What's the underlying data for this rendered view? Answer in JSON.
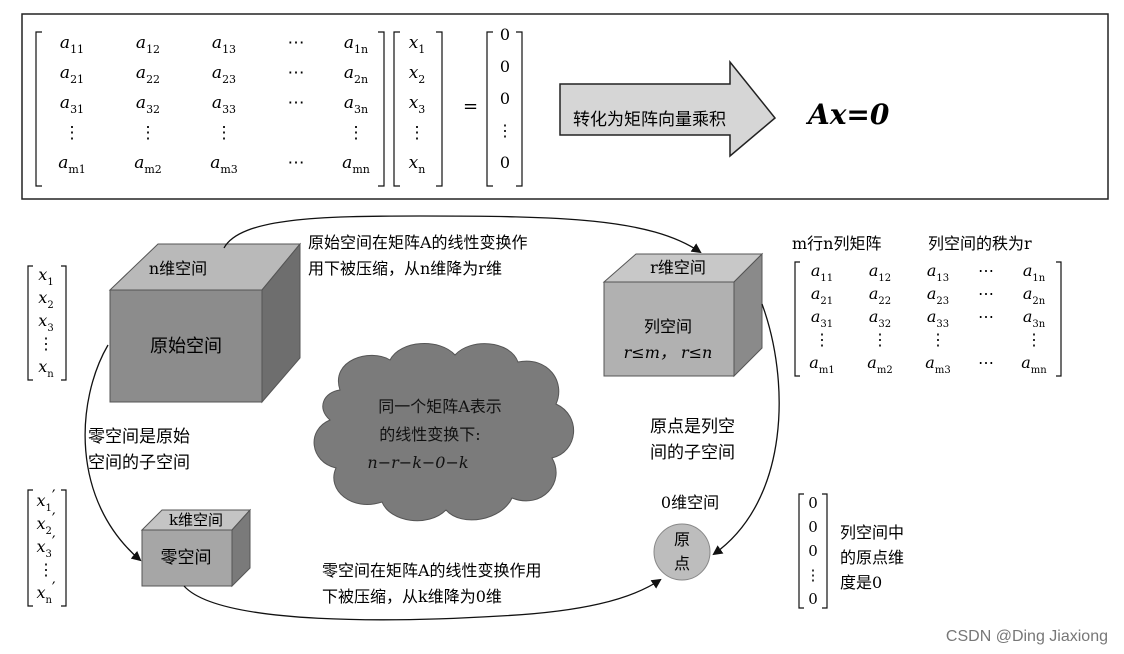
{
  "top_box": {
    "matrix_rows": [
      [
        "a11",
        "a12",
        "a13",
        "⋯",
        "a1n"
      ],
      [
        "a21",
        "a22",
        "a23",
        "⋯",
        "a2n"
      ],
      [
        "a31",
        "a32",
        "a33",
        "⋯",
        "a3n"
      ],
      [
        "⋮",
        "⋮",
        "⋮",
        "",
        "⋮"
      ],
      [
        "am1",
        "am2",
        "am3",
        "⋯",
        "amn"
      ]
    ],
    "x_vector": [
      "x1",
      "x2",
      "x3",
      "⋮",
      "xn"
    ],
    "equals": "=",
    "zero_vector": [
      "0",
      "0",
      "0",
      "⋮",
      "0"
    ],
    "arrow_label": "转化为矩阵向量乘积",
    "result": "Ax=0"
  },
  "left_vector": [
    "x1",
    "x2",
    "x3",
    "⋮",
    "xn"
  ],
  "left_vector_prime": [
    "x1′",
    "x2′",
    "x3′",
    "⋮",
    "xn′"
  ],
  "cube_original": {
    "top": "n维空间",
    "front": "原始空间"
  },
  "cube_column": {
    "top": "r维空间",
    "front_line1": "列空间",
    "front_line2": "r≤m， r≤n"
  },
  "cube_null": {
    "top": "k维空间",
    "front": "零空间"
  },
  "origin": {
    "label": "0维空间",
    "circle_line1": "原",
    "circle_line2": "点"
  },
  "top_arrow_text": [
    "原始空间在矩阵A的线性变换作",
    "用下被压缩，从n维降为r维"
  ],
  "bottom_arrow_text": [
    "零空间在矩阵A的线性变换作用",
    "下被压缩，从k维降为0维"
  ],
  "null_note": [
    "零空间是原始",
    "空间的子空间"
  ],
  "origin_note": [
    "原点是列空",
    "间的子空间"
  ],
  "cloud_text": [
    "同一个矩阵A表示",
    "的线性变换下:",
    "n−r−k−0−k"
  ],
  "right_header": {
    "left": "m行n列矩阵",
    "right": "列空间的秩为r"
  },
  "right_matrix_rows": [
    [
      "a11",
      "a12",
      "a13",
      "⋯",
      "a1n"
    ],
    [
      "a21",
      "a22",
      "a23",
      "⋯",
      "a2n"
    ],
    [
      "a31",
      "a32",
      "a33",
      "⋯",
      "a3n"
    ],
    [
      "⋮",
      "⋮",
      "⋮",
      "",
      "⋮"
    ],
    [
      "am1",
      "am2",
      "am3",
      "⋯",
      "amn"
    ]
  ],
  "right_zero_vector": [
    "0",
    "0",
    "0",
    "⋮",
    "0"
  ],
  "right_note": [
    "列空间中",
    "的原点维",
    "度是0"
  ],
  "watermark": "CSDN @Ding Jiaxiong",
  "colors": {
    "cube_front": "#8c8c8c",
    "cube_top": "#b9b9b9",
    "cube_side": "#6e6e6e",
    "cloud": "#7b7b7b",
    "origin": "#bdbdbd"
  }
}
